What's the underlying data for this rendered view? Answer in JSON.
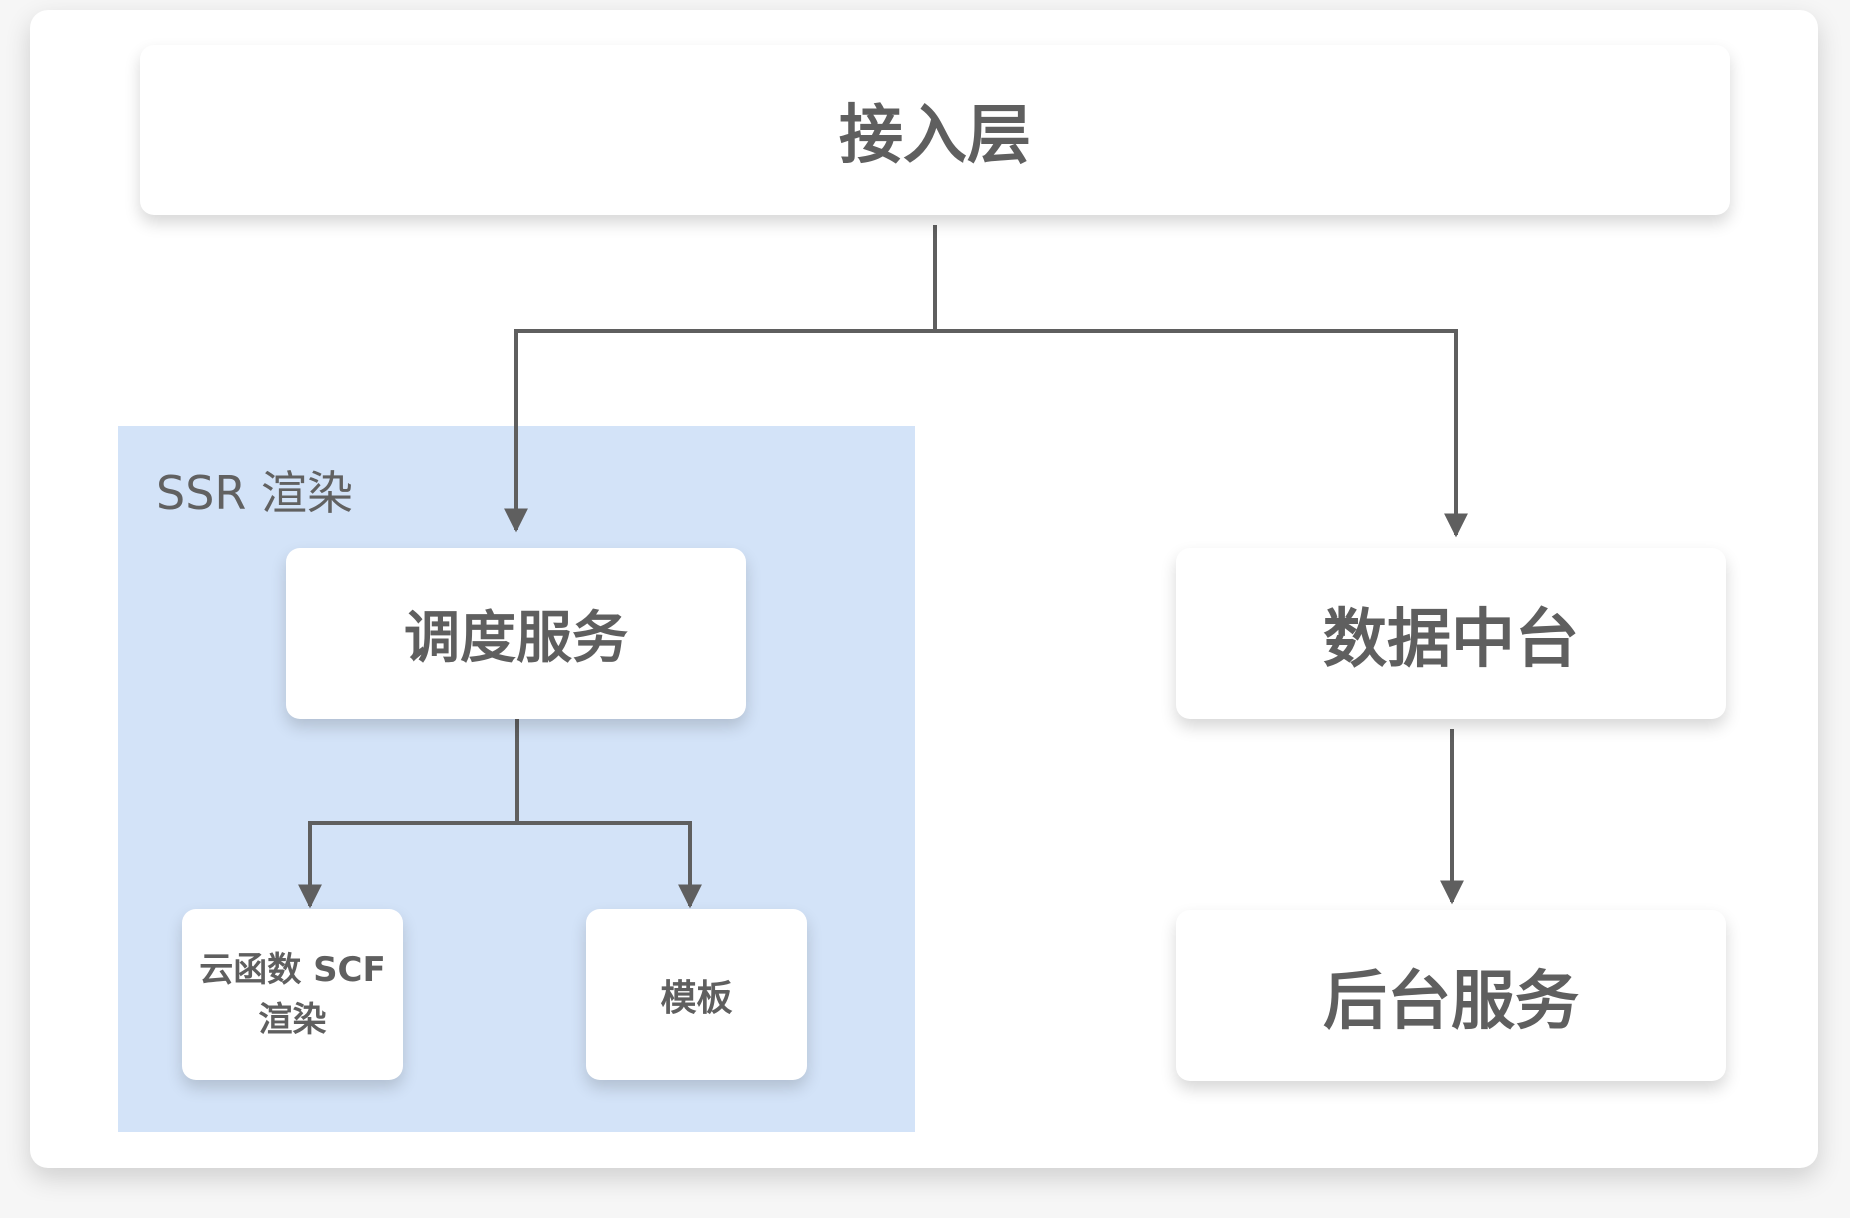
{
  "diagram": {
    "nodes": {
      "access_layer": "接入层",
      "ssr_group": "SSR 渲染",
      "dispatch_service": "调度服务",
      "data_platform": "数据中台",
      "backend_service": "后台服务",
      "scf_render": "云函数 SCF\n渲染",
      "template": "模板"
    },
    "edges": [
      {
        "from": "access_layer",
        "to": "dispatch_service"
      },
      {
        "from": "access_layer",
        "to": "data_platform"
      },
      {
        "from": "dispatch_service",
        "to": "scf_render"
      },
      {
        "from": "dispatch_service",
        "to": "template"
      },
      {
        "from": "data_platform",
        "to": "backend_service"
      }
    ],
    "colors": {
      "background": "#ffffff",
      "group_fill": "#d3e3f8",
      "connector": "#5f5f5f",
      "text": "#5f5f5f"
    }
  }
}
